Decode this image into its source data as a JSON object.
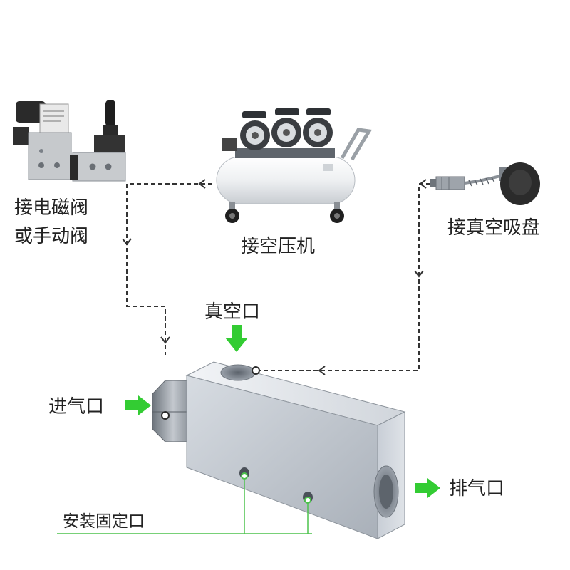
{
  "labels": {
    "valve": [
      "接电磁阀",
      "或手动阀"
    ],
    "compressor": "接空压机",
    "suction_cup": "接真空吸盘",
    "vacuum_port": "真空口",
    "air_inlet": "进气口",
    "exhaust": "排气口",
    "mounting": "安装固定口"
  },
  "colors": {
    "arrow_green": "#33cc33",
    "body_light": "#e3e7ec",
    "body_mid": "#bfc6ce",
    "body_dark": "#8e96a0",
    "dashed_line": "#333333",
    "leader_line": "#4cc24c"
  },
  "icons": {
    "valves": "solenoid-valve-and-manual-valve-photo",
    "compressor": "air-compressor-photo",
    "suction": "vacuum-suction-cup-photo"
  }
}
